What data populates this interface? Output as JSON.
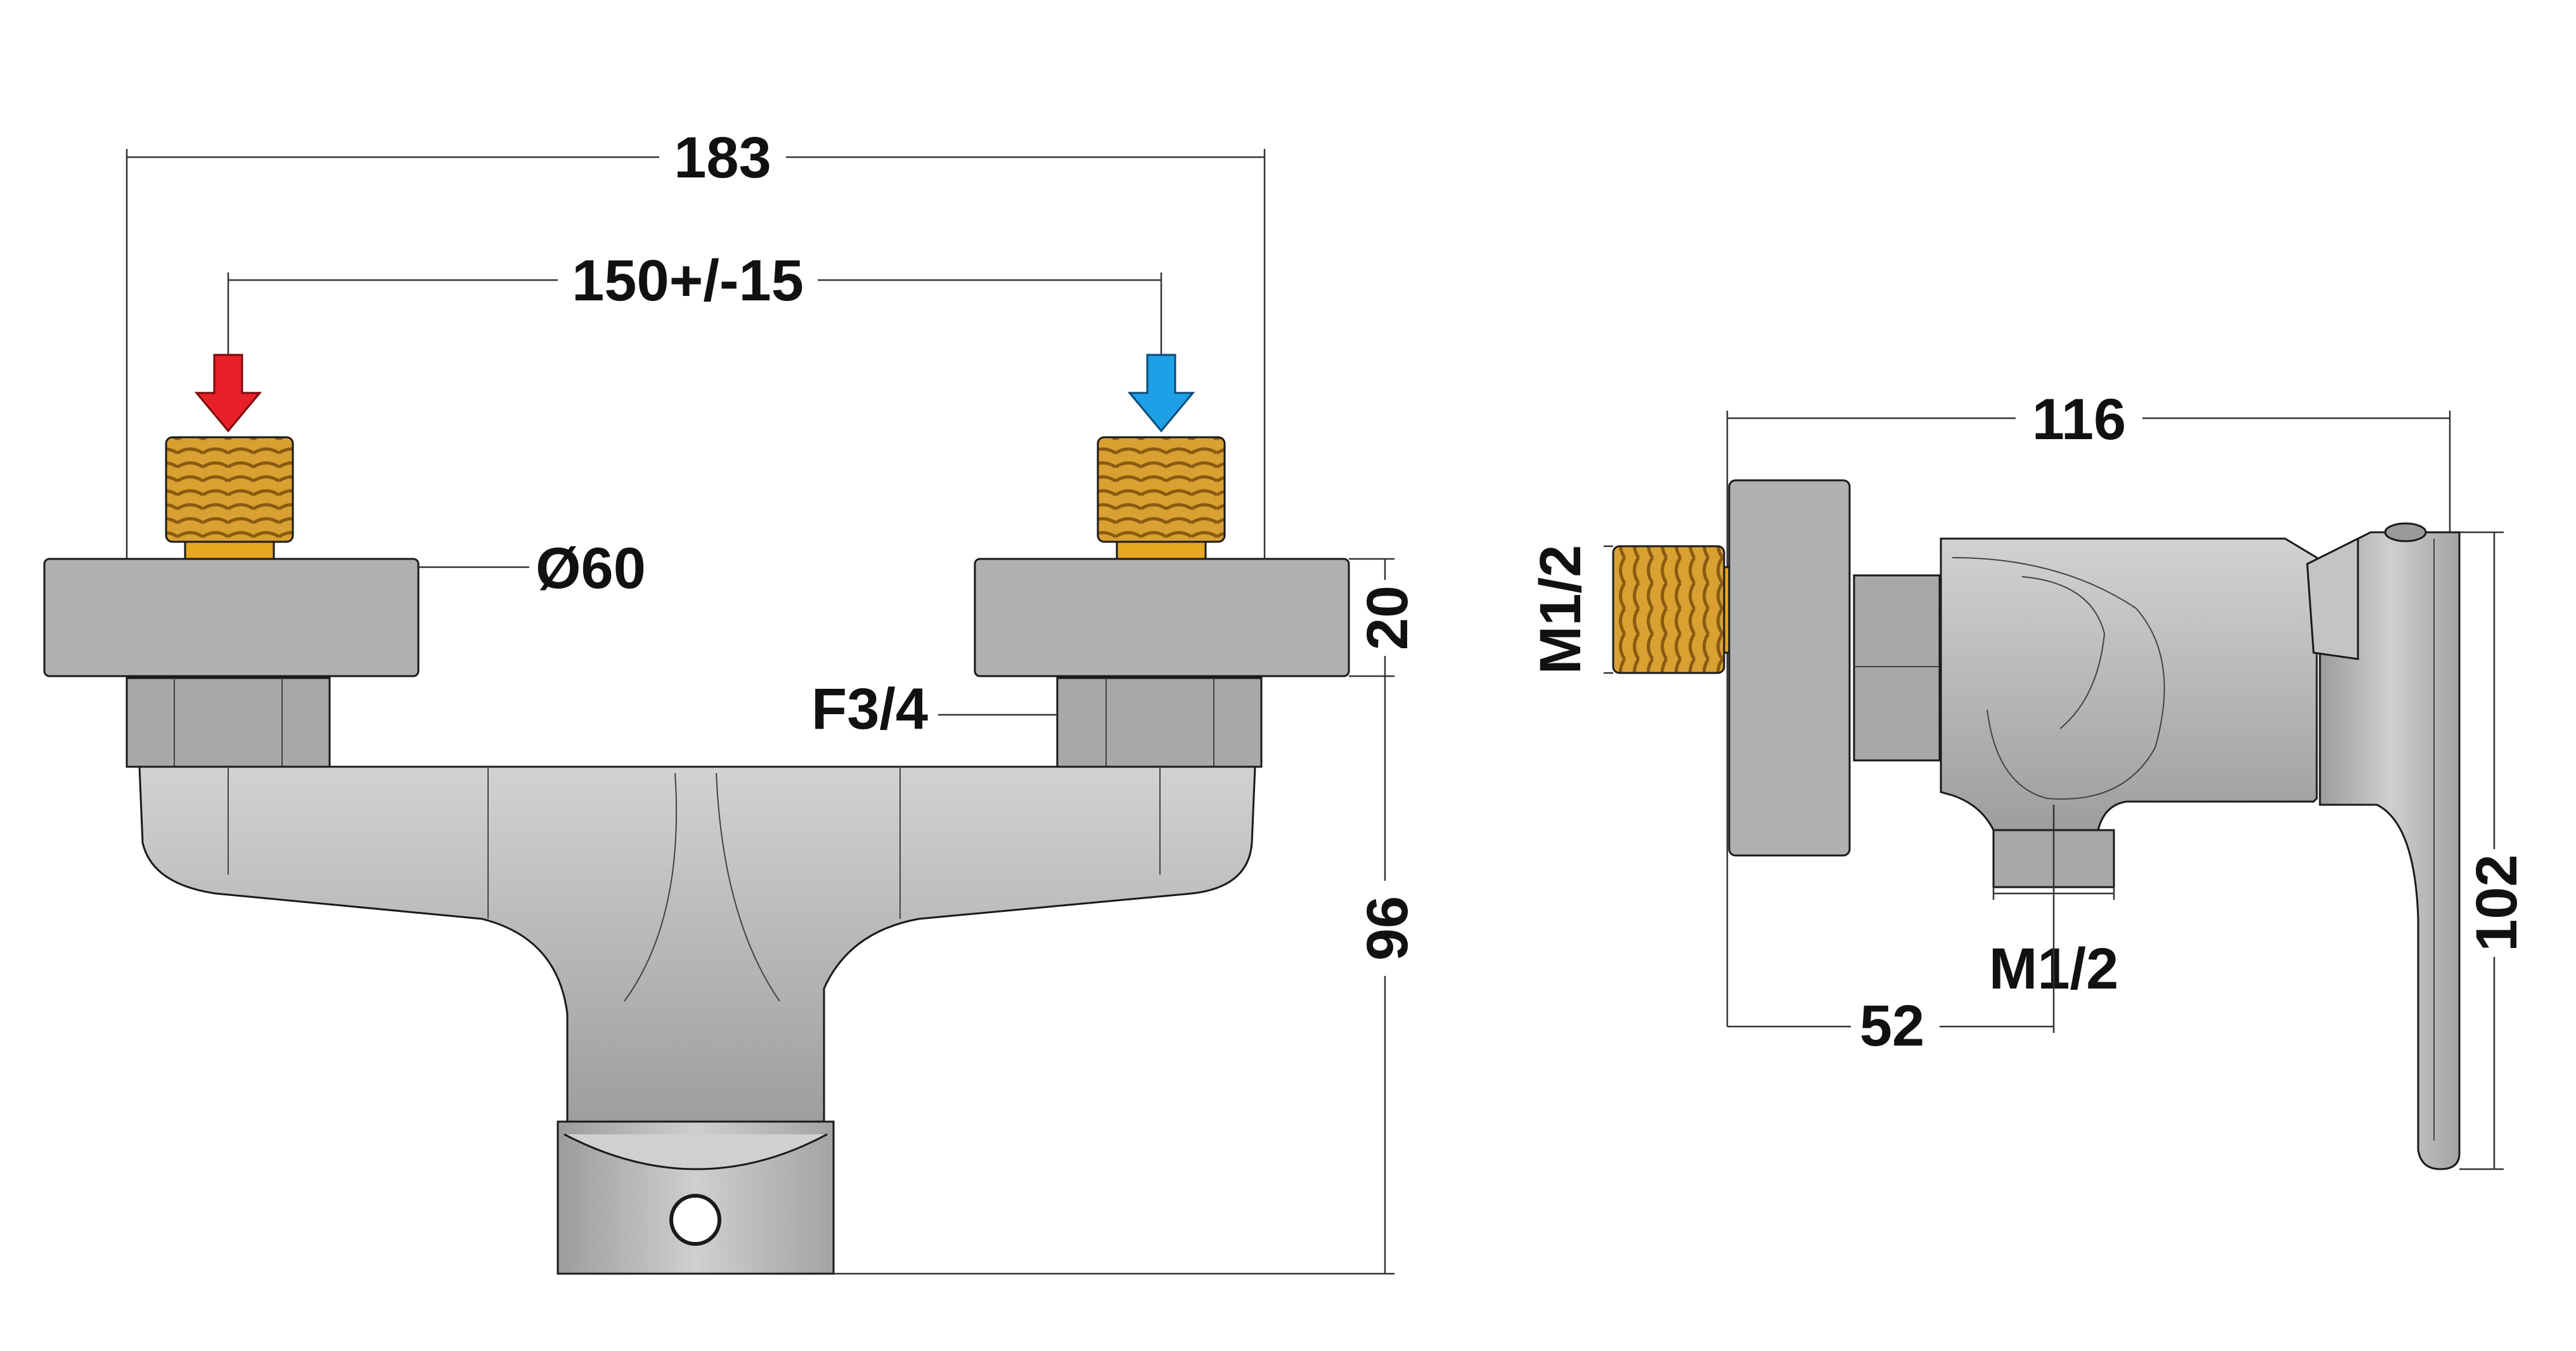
{
  "front_view": {
    "overall_width_label": "183",
    "inlet_spacing_label": "150+/-15",
    "flange_diameter_label": "Ø60",
    "flange_height_label": "20",
    "nut_thread_label": "F3/4",
    "body_height_label": "96"
  },
  "side_view": {
    "overall_depth_label": "116",
    "inlet_thread_label": "M1/2",
    "outlet_thread_label": "M1/2",
    "outlet_offset_label": "52",
    "total_height_label": "102"
  },
  "colors": {
    "hot_arrow": "#e8202a",
    "cold_arrow": "#1ea0e6",
    "body_fill": "#bdbdbd",
    "flange_fill": "#b0b0b0",
    "thread_fill": "#d9a032",
    "nut_fill": "#a8a8a8"
  },
  "icons": {
    "hot_inlet": "red-down-arrow-icon",
    "cold_inlet": "blue-down-arrow-icon"
  }
}
